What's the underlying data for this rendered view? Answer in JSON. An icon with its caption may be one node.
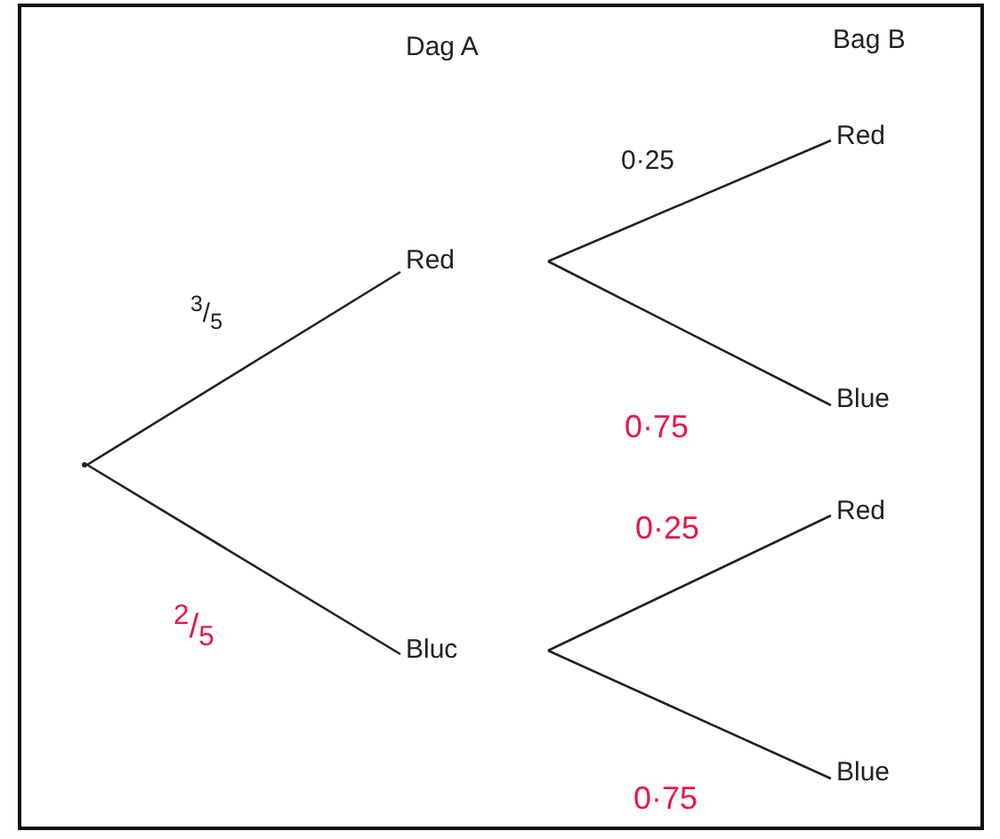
{
  "diagram": {
    "nodes": [
      {
        "text": [],
        "shape": "point"
      },
      {
        "text": [
          "Red"
        ]
      },
      {
        "text": [
          "Bluc"
        ]
      },
      {
        "text": [
          "Red"
        ]
      },
      {
        "text": [
          "Blue"
        ]
      },
      {
        "text": [
          "Red"
        ]
      },
      {
        "text": [
          "Blue"
        ]
      }
    ],
    "edges": [
      {
        "from": 0,
        "to": 1,
        "arrow": "none",
        "label": "$^{3}$/$_{5}$"
      },
      {
        "from": 0,
        "to": 2,
        "arrow": "none",
        "label": "$^{2}$/$_{5}$"
      },
      {
        "from": 1,
        "to": 3,
        "arrow": "none",
        "label": "0·25"
      },
      {
        "from": 1,
        "to": 4,
        "arrow": "none",
        "label": "0·75"
      },
      {
        "from": 2,
        "to": 5,
        "arrow": "none",
        "label": "0·25"
      },
      {
        "from": 2,
        "to": 6,
        "arrow": "none",
        "label": "0·75"
      }
    ],
    "labels": [
      "Dag A",
      "Bag B"
    ]
  }
}
